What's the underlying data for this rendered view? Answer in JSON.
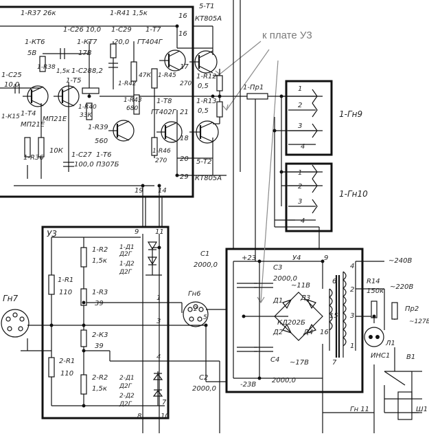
{
  "annotation": "к плате У3",
  "labels": {
    "r37": "1-R37 26к",
    "r41": "1-R41 1,5к",
    "t1": "5-Т1",
    "t1type": "КТ805А",
    "c26": "1-С26 10,0",
    "c29": "1-С29",
    "c29v": "20,0",
    "t7": "1-Т7",
    "t7type": "ГТ404Г",
    "kt6": "1-КТ6",
    "kt6v": "5В",
    "kt7": "1-КТ7",
    "kt7v": "17В",
    "r38": "1-R38",
    "r38v": "1,5к",
    "c28": "1-С28",
    "c28v": "8,2",
    "t5": "1-Т5",
    "c25": "1-С25",
    "c25v": "10,0",
    "t4": "1-Т4",
    "t4type": "МП21Е",
    "t5type": "МП21Е",
    "r42": "1-R42",
    "r42v": "47К",
    "r45": "1-R45",
    "r45v": "270",
    "r12": "1-R12",
    "r12v": "0,5",
    "pr1": "1-Пр1",
    "r40": "1-R40",
    "r40v": "33К",
    "r43": "1-R43",
    "r43v": "680",
    "t8": "1-Т8",
    "t8type": "ГТ402Г",
    "r13": "1-R13",
    "r13v": "0,5",
    "r39": "1-R39",
    "r39v": "560",
    "t6": "1-Т6",
    "t6type": "П307Б",
    "r46": "1-R46",
    "r46v": "270",
    "t2": "5-Т2",
    "t2type": "КТ805А",
    "k15": "1-К15",
    "r36": "1-R36",
    "r36v": "10К",
    "c27": "1-С27",
    "c27v": "100,0",
    "gn9": "1-Гн9",
    "gn10": "1-Гн10",
    "n16a": "16",
    "n16b": "16",
    "n17": "17",
    "n21": "21",
    "n18": "18",
    "n20": "20",
    "n29": "29",
    "n19": "19",
    "n14": "14",
    "u3": "У3",
    "n9": "9",
    "n11": "11",
    "d1": "1-Д1",
    "d1t": "Д2Г",
    "d2": "1-Д2",
    "d2t": "Д2Г",
    "r2": "1-R2",
    "r2v": "1,5к",
    "r1": "1-R1",
    "r1v": "110",
    "r3": "1-R3",
    "r3v": "39",
    "k3": "2-К3",
    "k3v": "39",
    "r21": "2-R1",
    "r21v": "110",
    "r22": "2-R2",
    "r22v": "1,5к",
    "d21": "2-Д1",
    "d21t": "Д2Г",
    "d22": "2-Д2",
    "d22t": "Д2Г",
    "n1": "1",
    "n3": "3",
    "n4": "4",
    "n7": "7",
    "n8": "8",
    "n10": "10",
    "gn7": "Гн7",
    "gn6": "Гн6",
    "c1": "С1",
    "c1v": "2000,0",
    "c2": "С2",
    "c2v": "2000,0",
    "c3": "С3",
    "c3v": "2000,0",
    "c4": "С4",
    "c4v": "2000,0",
    "p23": "+23",
    "m23": "-23В",
    "u4": "У4",
    "u4n9": "9",
    "v11": "~11В",
    "v17": "~17В",
    "d1b": "Д1",
    "d2b": "Д2",
    "d3b": "Д3",
    "d4b": "Д4",
    "kd": "КД202Б",
    "t6n": "6",
    "t15": "15",
    "t16": "16",
    "t7n": "7",
    "v240": "~240В",
    "v220": "~220В",
    "v127": "~127В",
    "r14": "R14",
    "r14v": "150к",
    "pr2": "Пр2",
    "l1": "Л1",
    "ins": "ИНС1",
    "b1": "В1",
    "gn11": "Гн 11",
    "sh1": "Ш1",
    "tr4": "4",
    "tr2": "2",
    "tr3": "3",
    "tr1": "1",
    "j1": "1",
    "j2": "2",
    "j3": "3",
    "j4": "4",
    "k1": "1",
    "k2": "2",
    "k3n": "3",
    "k4": "4",
    "d5v": "2",
    "dot5": "5"
  }
}
